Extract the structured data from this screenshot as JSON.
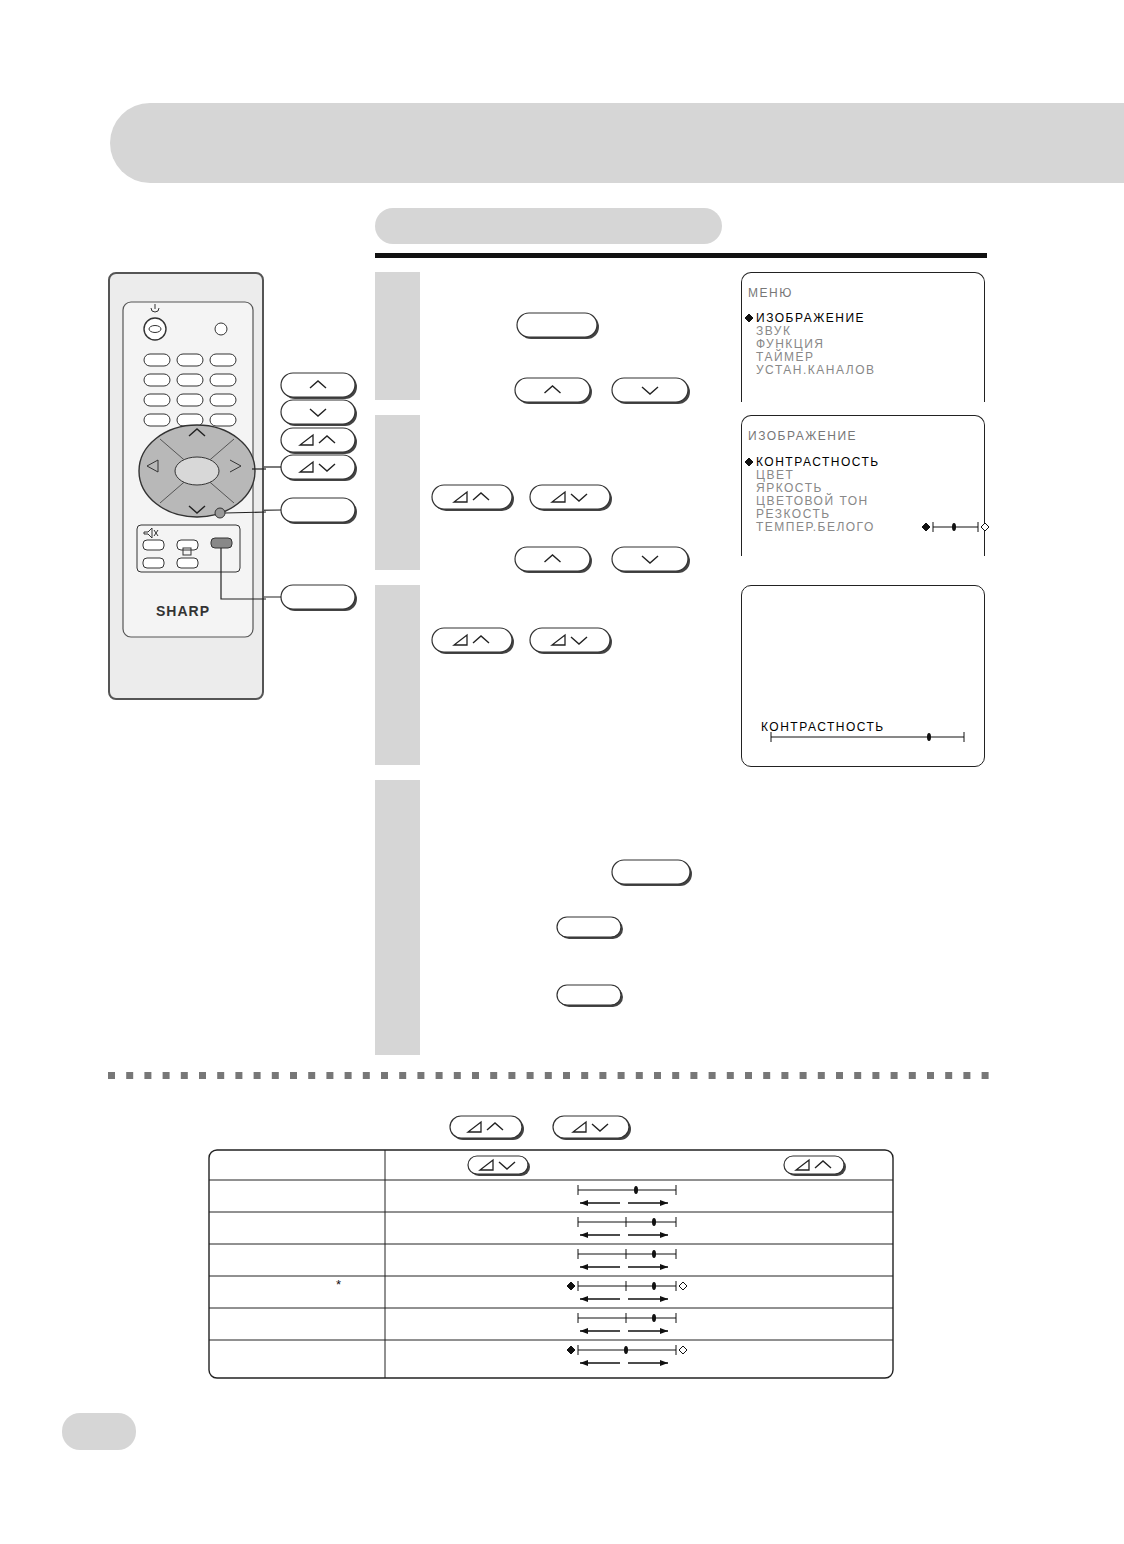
{
  "diagram": {
    "nodes": [
      {
        "text": [
          "SHARP"
        ]
      },
      {
        "text": [
          "МЕНЮ",
          "ИЗОБРАЖЕНИЕ",
          "ЗВУК",
          "ФУНКЦИЯ",
          "ТАЙМЕР",
          "УСТАН.КАНАЛОВ"
        ]
      },
      {
        "text": [
          "ИЗОБРАЖЕНИЕ",
          "КОНТРАСТНОСТЬ",
          "ЦВЕТ",
          "ЯРКОСТЬ",
          "ЦВЕТОВОЙ ТОН",
          "РЕЗКОСТЬ",
          "ТЕМПЕР.БЕЛОГО"
        ]
      },
      {
        "text": [
          "КОНТРАСТНОСТЬ"
        ]
      }
    ],
    "labels": [
      "*"
    ]
  }
}
